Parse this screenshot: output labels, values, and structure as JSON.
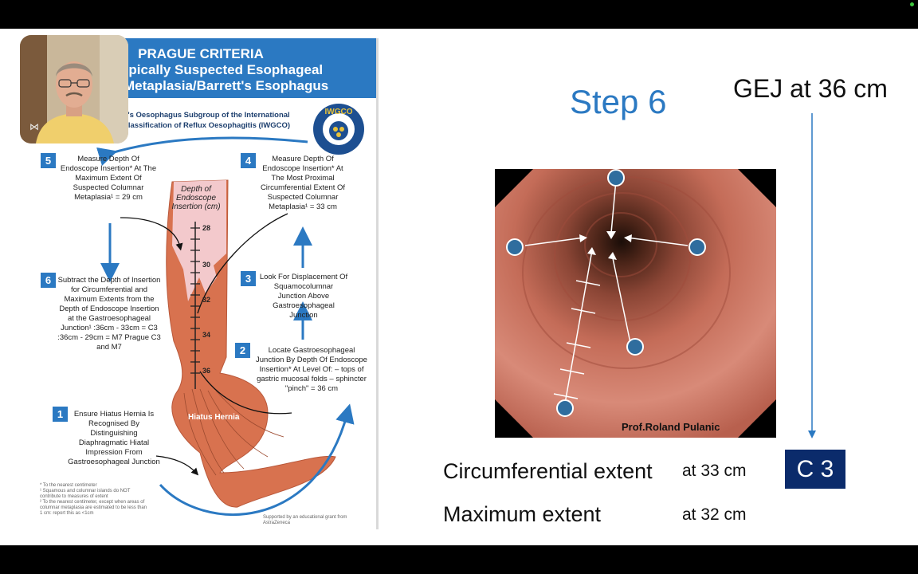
{
  "colors": {
    "accent_blue": "#2b79c2",
    "badge_navy": "#0b2b6b",
    "tissue": "#d8724f",
    "live_dot": "#3ec63e"
  },
  "infographic": {
    "header": {
      "line1": "PRAGUE CRITERIA",
      "line2": "opically Suspected Esophageal",
      "line3": "Metaplasia/Barrett's Esophagus"
    },
    "working_group_text": "tt's Oesophagus Subgroup of the International Classification of Reflux Oesophagitis (IWGCO)",
    "logo_text": "IWGCO",
    "depth_label": "Depth of Endoscope Insertion (cm)",
    "scale_ticks": [
      "28",
      "30",
      "32",
      "34",
      "36"
    ],
    "hiatus_label": "Hiatus Hernia",
    "steps": [
      {
        "num": "5",
        "text": "Measure Depth Of Endoscope Insertion* At The Maximum Extent Of Suspected Columnar Metaplasia¹ = 29 cm"
      },
      {
        "num": "4",
        "text": "Measure Depth Of Endoscope Insertion* At The Most Proximal Circumferential Extent Of Suspected Columnar Metaplasia¹ = 33 cm"
      },
      {
        "num": "6",
        "text": "Subtract the Depth of Insertion for Circumferential and Maximum Extents from the Depth of Endoscope Insertion at the Gastroesophageal Junction¹ :36cm - 33cm = C3 :36cm - 29cm = M7 Prague C3 and M7"
      },
      {
        "num": "3",
        "text": "Look For Displacement Of Squamocolumnar Junction Above Gastroesophageal Junction"
      },
      {
        "num": "2",
        "text": "Locate Gastroesophageal Junction By Depth Of Endoscope Insertion* At Level Of: – tops of gastric mucosal folds – sphincter \"pinch\" = 36 cm"
      },
      {
        "num": "1",
        "text": "Ensure Hiatus Hernia Is Recognised By Distinguishing Diaphragmatic Hiatal Impression From Gastroesophageal Junction"
      }
    ],
    "footnotes": "* To the nearest centimeter\n¹ Squamous and columnar islands do NOT\n  contribute to measures of extent\n² To the nearest centimeter, except when areas of\n  columnar metaplasia are estimated to be less than\n  1 cm: report this as <1cm",
    "support_note": "Supported by an educational grant from AstraZeneca"
  },
  "right": {
    "step_title": "Step 6",
    "gej_label": "GEJ at 36 cm",
    "photo_credit": "Prof.Roland Pulanic",
    "circumferential_label": "Circumferential extent",
    "circumferential_value": "at 33 cm",
    "maximum_label": "Maximum extent",
    "maximum_value": "at 32 cm",
    "badge": "C 3"
  },
  "webcam": {
    "icon": "pip-collapse-icon"
  }
}
